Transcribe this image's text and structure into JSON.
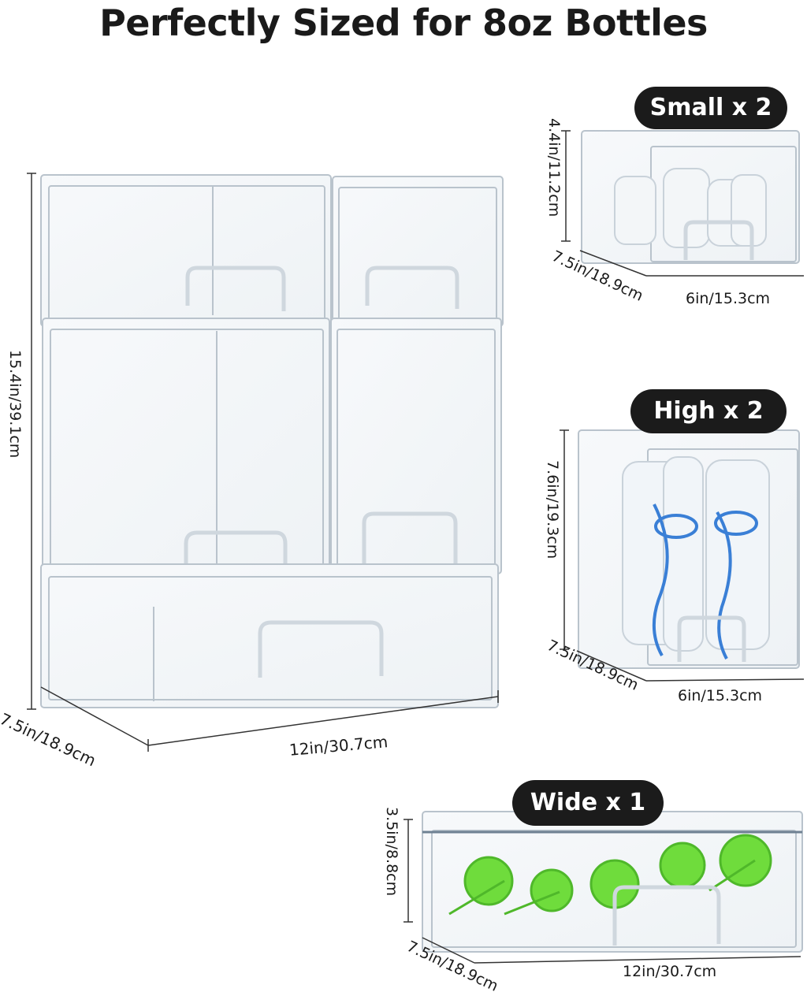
{
  "title": "Perfectly Sized for 8oz Bottles",
  "badges": {
    "small": "Small x 2",
    "high": "High x 2",
    "wide": "Wide x 1"
  },
  "stack_dims": {
    "height": "15.4in/39.1cm",
    "depth": "7.5in/18.9cm",
    "width": "12in/30.7cm"
  },
  "small_dims": {
    "height": "4.4in/11.2cm",
    "depth": "7.5in/18.9cm",
    "width": "6in/15.3cm"
  },
  "high_dims": {
    "height": "7.6in/19.3cm",
    "depth": "7.5in/18.9cm",
    "width": "6in/15.3cm"
  },
  "wide_dims": {
    "height": "3.5in/8.8cm",
    "depth": "7.5in/18.9cm",
    "width": "12in/30.7cm"
  },
  "colors": {
    "badge_bg": "#1b1b1b",
    "box_edge": "#b9c3cc",
    "bottle_blue": "#3a7fd6",
    "accessory_green": "#6fdc3c"
  }
}
